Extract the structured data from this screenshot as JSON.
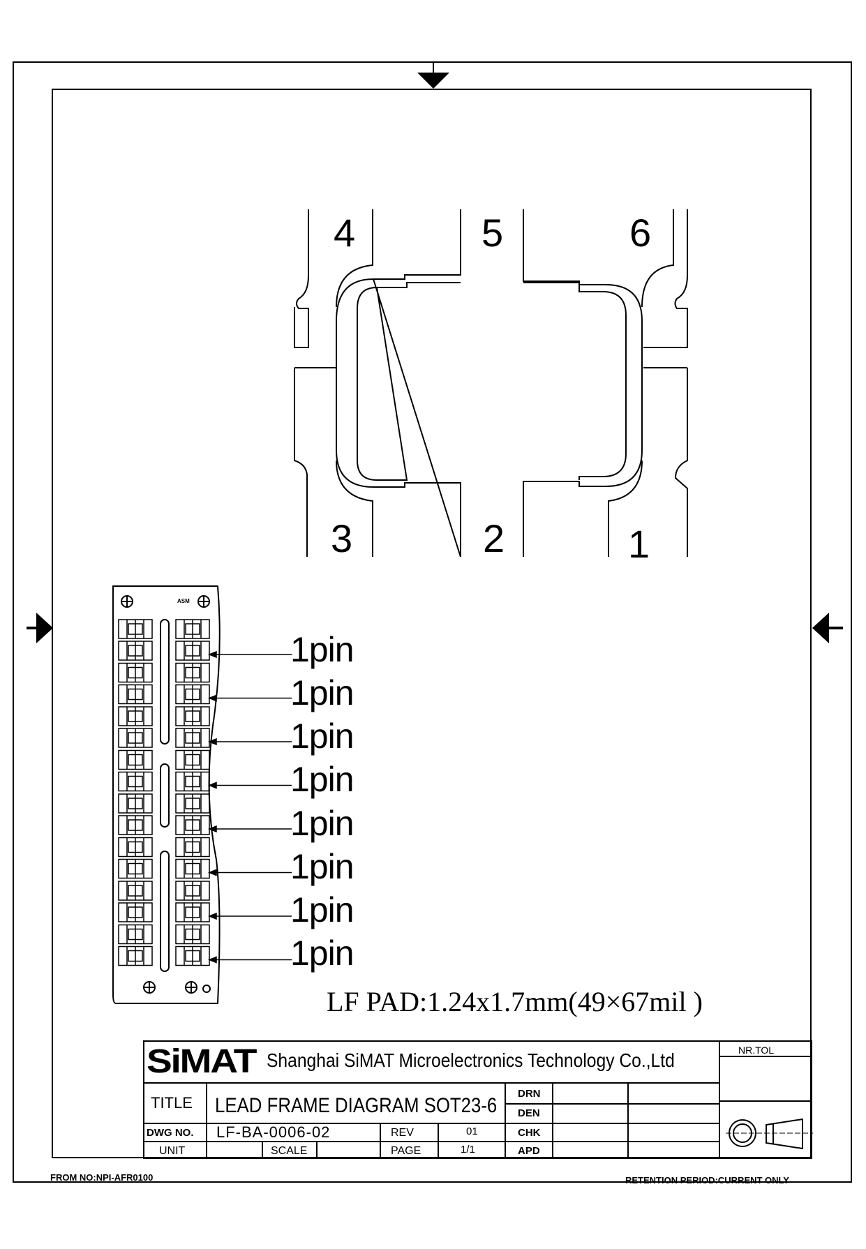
{
  "drawing": {
    "pin_numbers": [
      "4",
      "5",
      "6",
      "3",
      "2",
      "1"
    ],
    "pin_labels": [
      "1pin",
      "1pin",
      "1pin",
      "1pin",
      "1pin",
      "1pin",
      "1pin",
      "1pin"
    ],
    "strip_marks": {
      "asm": "ASM"
    },
    "pad_spec": "LF PAD:1.24x1.7mm(49×67mil )"
  },
  "title_block": {
    "logo": "SiMAT",
    "company": "Shanghai SiMAT Microelectronics Technology Co.,Ltd",
    "title_label": "TITLE",
    "title_value": "LEAD FRAME DIAGRAM SOT23-6",
    "dwg_label": "DWG NO.",
    "dwg_value": "LF-BA-0006-02",
    "rev_label": "REV",
    "rev_value": "01",
    "unit_label": "UNIT",
    "scale_label": "SCALE",
    "page_label": "PAGE",
    "page_value": "1/1",
    "drn": "DRN",
    "den": "DEN",
    "chk": "CHK",
    "apd": "APD",
    "nr_tol": "NR.TOL"
  },
  "footer": {
    "form_no": "FROM NO:NPI-AFR0100",
    "retention": "RETENTION PERIOD:CURRENT ONLY"
  }
}
